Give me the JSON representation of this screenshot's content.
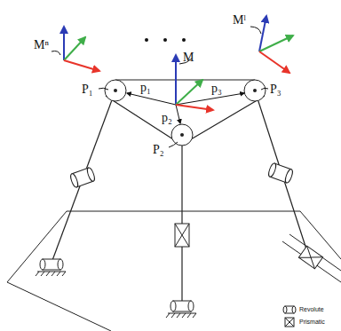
{
  "diagram": {
    "labels": [
      "Mⁿ",
      "M",
      "Mˡ",
      "P₁",
      "p₁",
      "p₂",
      "p₃",
      "P₃",
      "P₂"
    ],
    "legend": [
      {
        "text": "Revolute"
      },
      {
        "text": "Prismatic"
      }
    ]
  }
}
